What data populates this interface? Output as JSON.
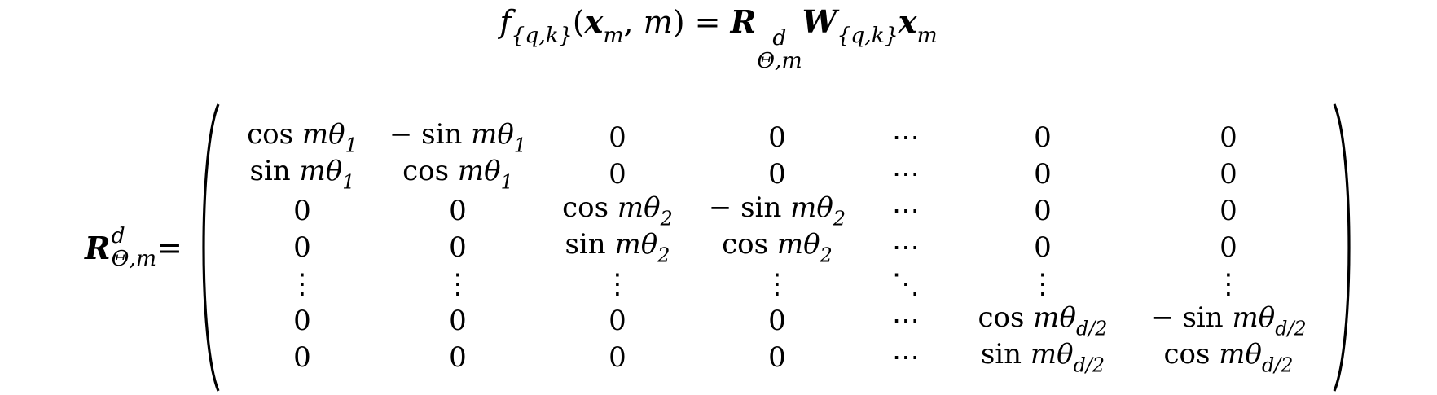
{
  "equation_top": {
    "f": "f",
    "f_sub": "{q,k}",
    "open": "(",
    "x": "x",
    "x_sub": "m",
    "comma": ", ",
    "m": "m",
    "close": ")",
    "eq": " = ",
    "R": "R",
    "R_sup": "d",
    "R_sub": "Θ,m",
    "W": "W",
    "W_sub": "{q,k}",
    "x2": "x",
    "x2_sub": "m"
  },
  "equation_matrix": {
    "lhs_R": "R",
    "lhs_sup": "d",
    "lhs_sub": "Θ,m",
    "lhs_eq": " =",
    "rows": [
      [
        "cos mθ|1",
        "− sin mθ|1",
        "0",
        "0",
        "⋯",
        "0",
        "0"
      ],
      [
        "sin mθ|1",
        "cos mθ|1",
        "0",
        "0",
        "⋯",
        "0",
        "0"
      ],
      [
        "0",
        "0",
        "cos mθ|2",
        "− sin mθ|2",
        "⋯",
        "0",
        "0"
      ],
      [
        "0",
        "0",
        "sin mθ|2",
        "cos mθ|2",
        "⋯",
        "0",
        "0"
      ],
      [
        "⋮",
        "⋮",
        "⋮",
        "⋮",
        "⋱",
        "⋮",
        "⋮"
      ],
      [
        "0",
        "0",
        "0",
        "0",
        "⋯",
        "cos mθ|d/2",
        "− sin mθ|d/2"
      ],
      [
        "0",
        "0",
        "0",
        "0",
        "⋯",
        "sin mθ|d/2",
        "cos mθ|d/2"
      ]
    ]
  }
}
